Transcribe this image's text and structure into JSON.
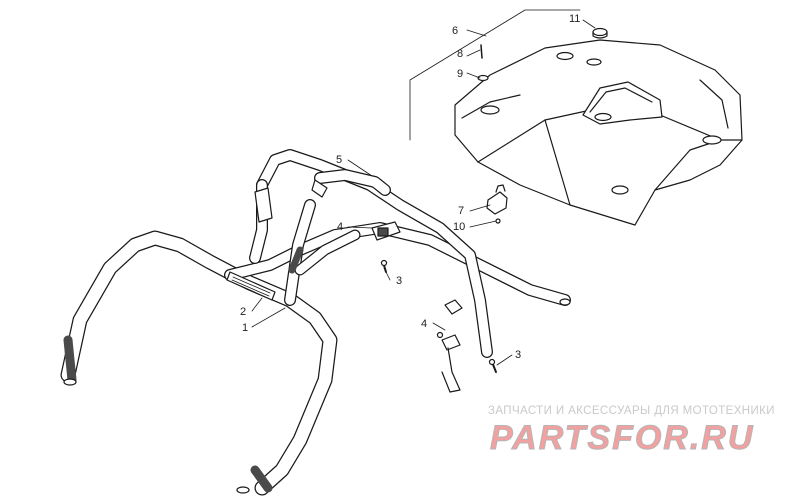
{
  "callouts": [
    {
      "id": "c1",
      "text": "1"
    },
    {
      "id": "c2",
      "text": "2"
    },
    {
      "id": "c3a",
      "text": "3"
    },
    {
      "id": "c3b",
      "text": "3"
    },
    {
      "id": "c4a",
      "text": "4"
    },
    {
      "id": "c4b",
      "text": "4"
    },
    {
      "id": "c5",
      "text": "5"
    },
    {
      "id": "c6",
      "text": "6"
    },
    {
      "id": "c7",
      "text": "7"
    },
    {
      "id": "c8",
      "text": "8"
    },
    {
      "id": "c9",
      "text": "9"
    },
    {
      "id": "c10",
      "text": "10"
    },
    {
      "id": "c11",
      "text": "11"
    }
  ],
  "watermark": {
    "tagline": "ЗАПЧАСТИ И АКСЕССУАРЫ ДЛЯ МОТОТЕХНИКИ",
    "logo": "PARTSFOR.RU",
    "logo_color": "#f2a0a0",
    "logo_stroke": "#b5b5b5"
  },
  "colors": {
    "line": "#1a1a1a",
    "fill_light": "#ffffff",
    "fill_dark": "#4a4a4a"
  }
}
